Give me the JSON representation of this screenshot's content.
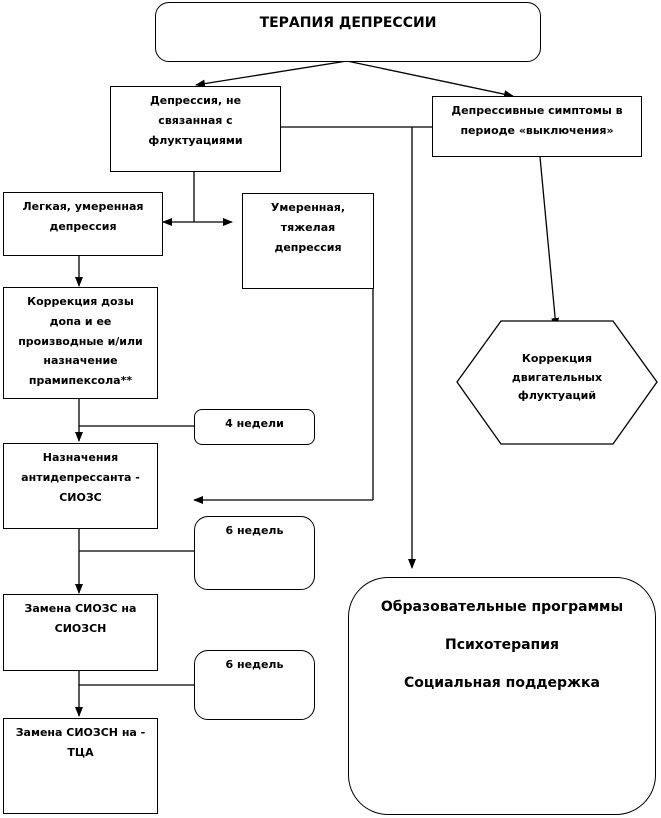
{
  "title": "ТЕРАПИЯ ДЕПРЕССИИ",
  "nodes": {
    "not_fluct": "Депрессия, не связанная с флуктуациями",
    "off_symptoms": "Депрессивные симптомы в периоде «выключения»",
    "mild": "Легкая, умеренная депрессия",
    "severe": "Умеренная, тяжелая депрессия",
    "dopa_correction": "Коррекция дозы допа и ее производные и/или назначение прамипексола**",
    "weeks_4": "4 недели",
    "ssri": "Назначения антидепрессанта - СИОЗС",
    "weeks_6a": "6 недель",
    "ssri_to_snri": "Замена СИОЗС на СИОЗСН",
    "weeks_6b": "6 недель",
    "snri_to_tca": "Замена СИОЗСН на - ТЦА",
    "motor_correction": "Коррекция двигательных флуктуаций"
  },
  "nonpharm": {
    "item1": "Образовательные программы",
    "item2": "Психотерапия",
    "item3": "Социальная поддержка"
  }
}
